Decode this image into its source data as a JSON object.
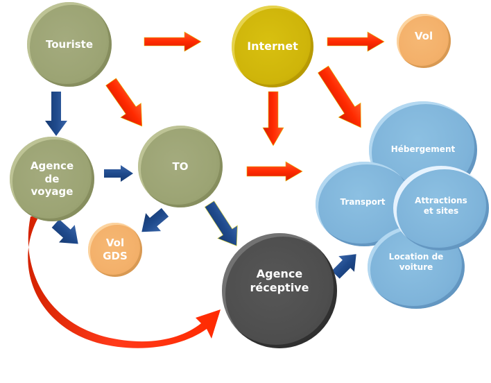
{
  "diagram": {
    "colors": {
      "actor_circle": "#9ca474",
      "internet_circle": "#cfb50a",
      "flight_circle": "#f3b06a",
      "receptive_agency_circle": "#4e4e4e",
      "service_circle": "#7fb4da",
      "direct_arrow": "#ff2a00",
      "intermediary_arrow": "#1f4a8c"
    },
    "nodes": {
      "touriste": "Touriste",
      "internet": "Internet",
      "vol": "Vol",
      "agence_de_voyage": [
        "Agence",
        "de",
        "voyage"
      ],
      "to": "TO",
      "vol_gds": [
        "Vol",
        "GDS"
      ],
      "agence_receptive": [
        "Agence",
        "réceptive"
      ],
      "hebergement": "Hébergement",
      "transport": "Transport",
      "attractions": [
        "Attractions",
        "et sites"
      ],
      "location_voiture": [
        "Location de",
        "voiture"
      ]
    },
    "edges": [
      {
        "from": "Touriste",
        "to": "Internet",
        "color": "red"
      },
      {
        "from": "Internet",
        "to": "Vol",
        "color": "red"
      },
      {
        "from": "Internet",
        "to": "Services",
        "color": "red"
      },
      {
        "from": "Internet",
        "to": "Services (down)",
        "color": "red"
      },
      {
        "from": "Touriste",
        "to": "TO",
        "color": "red"
      },
      {
        "from": "Touriste",
        "to": "Agence de voyage",
        "color": "blue"
      },
      {
        "from": "Agence de voyage",
        "to": "TO",
        "color": "blue"
      },
      {
        "from": "TO",
        "to": "Services",
        "color": "red"
      },
      {
        "from": "Agence de voyage",
        "to": "Vol GDS",
        "color": "blue"
      },
      {
        "from": "TO",
        "to": "Vol GDS",
        "color": "blue"
      },
      {
        "from": "TO",
        "to": "Agence réceptive",
        "color": "blue"
      },
      {
        "from": "Agence de voyage",
        "to": "Agence réceptive",
        "color": "red"
      },
      {
        "from": "Agence réceptive",
        "to": "Services",
        "color": "blue"
      }
    ]
  }
}
